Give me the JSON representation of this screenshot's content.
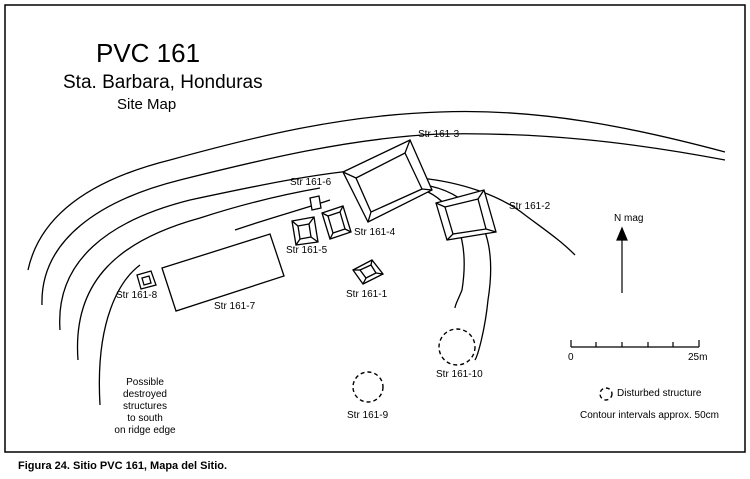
{
  "title": {
    "main": "PVC 161",
    "location": "Sta. Barbara, Honduras",
    "subtitle": "Site Map"
  },
  "structures": [
    {
      "id": "str-161-1",
      "label": "Str 161-1"
    },
    {
      "id": "str-161-2",
      "label": "Str 161-2"
    },
    {
      "id": "str-161-3",
      "label": "Str 161-3"
    },
    {
      "id": "str-161-4",
      "label": "Str 161-4"
    },
    {
      "id": "str-161-5",
      "label": "Str 161-5"
    },
    {
      "id": "str-161-6",
      "label": "Str 161-6"
    },
    {
      "id": "str-161-7",
      "label": "Str 161-7"
    },
    {
      "id": "str-161-8",
      "label": "Str 161-8"
    },
    {
      "id": "str-161-9",
      "label": "Str 161-9"
    },
    {
      "id": "str-161-10",
      "label": "Str 161-10"
    }
  ],
  "north_arrow": {
    "label": "N mag"
  },
  "scale": {
    "start": "0",
    "end": "25m"
  },
  "legend": {
    "disturbed": "Disturbed structure",
    "contours": "Contour intervals approx. 50cm"
  },
  "note_lines": [
    "Possible",
    "destroyed",
    "structures",
    "to south",
    "on ridge edge"
  ],
  "caption": "Figura 24.  Sitio PVC 161, Mapa del Sitio."
}
